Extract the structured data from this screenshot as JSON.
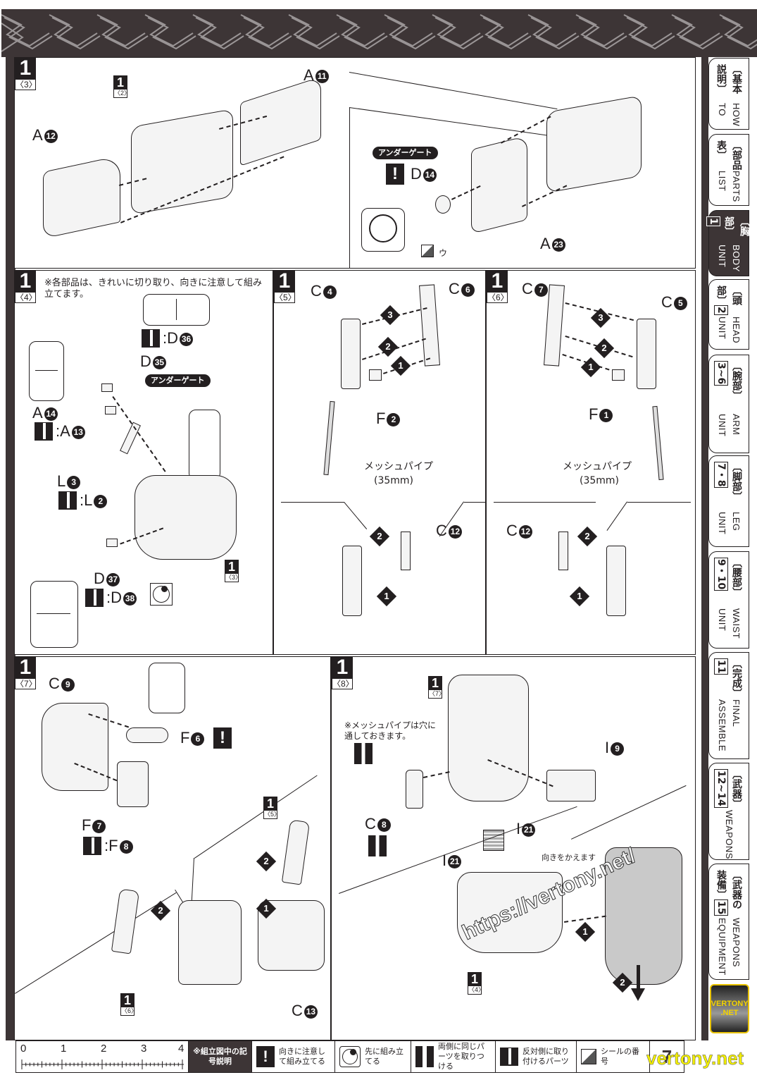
{
  "page": {
    "number": "7",
    "watermark_url": "https://vertony.net/",
    "footer_watermark": "vertony.net",
    "logo_text": "VERTONY .NET"
  },
  "tabs": [
    {
      "jp": "〔基本説明〕",
      "en": "HOW TO",
      "num": "",
      "active": false
    },
    {
      "jp": "〔部品表〕",
      "en": "PARTS LIST",
      "num": "",
      "active": false
    },
    {
      "jp": "〔胸部〕",
      "en": "BODY UNIT",
      "num": "1",
      "active": true
    },
    {
      "jp": "〔頭部〕",
      "en": "HEAD UNIT",
      "num": "2",
      "active": false
    },
    {
      "jp": "〔腕部〕",
      "en": "ARM UNIT",
      "num": "3~6",
      "active": false
    },
    {
      "jp": "〔脚部〕",
      "en": "LEG UNIT",
      "num": "7・8",
      "active": false
    },
    {
      "jp": "〔腰部〕",
      "en": "WAIST UNIT",
      "num": "9・10",
      "active": false
    },
    {
      "jp": "〔完成〕",
      "en": "FINAL ASSEMBLE",
      "num": "11",
      "active": false
    },
    {
      "jp": "〔武器〕",
      "en": "WEAPONS",
      "num": "12~14",
      "active": false
    },
    {
      "jp": "〔武器の装備〕",
      "en": "WEAPONS EQUIPMENT",
      "num": "15",
      "active": false
    }
  ],
  "steps": {
    "s3": {
      "step": "1",
      "sub": "〈3〉",
      "ref": {
        "step": "1",
        "sub": "〈2〉"
      },
      "parts": [
        {
          "letter": "A",
          "num": "11"
        },
        {
          "letter": "A",
          "num": "12"
        },
        {
          "letter": "D",
          "num": "14"
        },
        {
          "letter": "A",
          "num": "23"
        }
      ],
      "undergate": "アンダーゲート",
      "seal": "ウ"
    },
    "s4": {
      "step": "1",
      "sub": "〈4〉",
      "note": "※各部品は、きれいに切り取り、向きに注意して組み立てます。",
      "undergate": "アンダーゲート",
      "ref": {
        "step": "1",
        "sub": "〈3〉"
      },
      "parts": [
        {
          "letter": "D",
          "num": "35"
        },
        {
          "letter": "A",
          "num": "14"
        },
        {
          "letter": "L",
          "num": "3"
        },
        {
          "letter": "D",
          "num": "37"
        }
      ],
      "mirrors": [
        {
          "letter": "D",
          "num": "36"
        },
        {
          "letter": "A",
          "num": "13"
        },
        {
          "letter": "L",
          "num": "2"
        },
        {
          "letter": "D",
          "num": "38"
        }
      ]
    },
    "s5": {
      "step": "1",
      "sub": "〈5〉",
      "parts": [
        {
          "letter": "C",
          "num": "4"
        },
        {
          "letter": "C",
          "num": "6"
        },
        {
          "letter": "F",
          "num": "2"
        },
        {
          "letter": "C",
          "num": "12"
        }
      ],
      "pipe": "メッシュパイプ",
      "pipe_len": "(35mm)",
      "order": [
        "3",
        "2",
        "1"
      ]
    },
    "s6": {
      "step": "1",
      "sub": "〈6〉",
      "parts": [
        {
          "letter": "C",
          "num": "7"
        },
        {
          "letter": "C",
          "num": "5"
        },
        {
          "letter": "F",
          "num": "1"
        },
        {
          "letter": "C",
          "num": "12"
        }
      ],
      "pipe": "メッシュパイプ",
      "pipe_len": "(35mm)",
      "order": [
        "3",
        "2",
        "1"
      ]
    },
    "s7": {
      "step": "1",
      "sub": "〈7〉",
      "parts": [
        {
          "letter": "C",
          "num": "9"
        },
        {
          "letter": "F",
          "num": "6"
        },
        {
          "letter": "F",
          "num": "7"
        },
        {
          "letter": "C",
          "num": "13"
        }
      ],
      "mirror": {
        "letter": "F",
        "num": "8"
      },
      "refs": [
        {
          "step": "1",
          "sub": "〈5〉"
        },
        {
          "step": "1",
          "sub": "〈6〉"
        }
      ]
    },
    "s8": {
      "step": "1",
      "sub": "〈8〉",
      "note": "※メッシュパイプは穴に通しておきます。",
      "parts": [
        {
          "letter": "I",
          "num": "9"
        },
        {
          "letter": "C",
          "num": "8"
        },
        {
          "letter": "I",
          "num": "21"
        },
        {
          "letter": "I",
          "num": "21"
        }
      ],
      "refs": [
        {
          "step": "1",
          "sub": "〈7〉"
        },
        {
          "step": "1",
          "sub": "〈4〉"
        }
      ],
      "turn_note": "向きをかえます"
    }
  },
  "footer": {
    "ruler": [
      "0",
      "1",
      "2",
      "3",
      "4"
    ],
    "legend_title": "※組立図中の記号説明",
    "legend": [
      {
        "icon": "exclamation",
        "text": "向きに注意して組み立てる"
      },
      {
        "icon": "first",
        "text": "先に組み立てる"
      },
      {
        "icon": "both-sides",
        "text": "両側に同じパーツを取りつける"
      },
      {
        "icon": "mirror",
        "text": "反対側に取り付けるパーツ"
      },
      {
        "icon": "seal",
        "text": "シールの番号"
      }
    ]
  }
}
